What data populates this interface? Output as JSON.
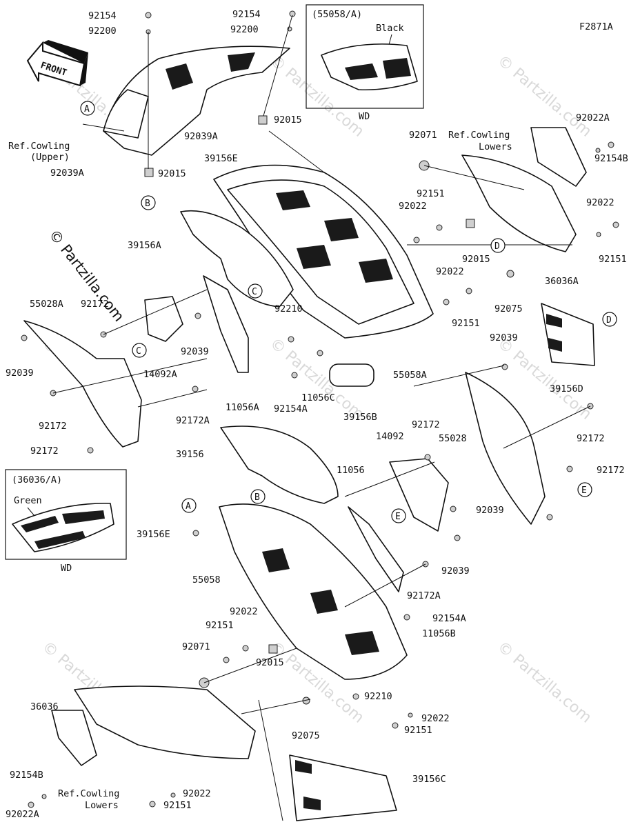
{
  "diagram_code": "F2871A",
  "front_arrow_label": "FRONT",
  "watermark_text": "© Partzilla.com",
  "side_watermark": "© Partzilla.com",
  "inset_top": {
    "part": "(55058/A)",
    "color": "Black",
    "note": "WD"
  },
  "inset_left": {
    "part": "(36036/A)",
    "color": "Green",
    "note": "WD"
  },
  "ref_labels": {
    "cowling_upper_1": "Ref.Cowling",
    "cowling_upper_2": "(Upper)",
    "lowers_top_1": "Ref.Cowling",
    "lowers_top_2": "Lowers",
    "lowers_bottom_1": "Ref.Cowling",
    "lowers_bottom_2": "Lowers"
  },
  "circle_refs": {
    "A": "A",
    "B": "B",
    "C": "C",
    "D": "D",
    "E": "E"
  },
  "labels": {
    "l1": "92154",
    "l2": "92200",
    "l3": "92154",
    "l4": "92200",
    "l5": "92039A",
    "l6": "92039A",
    "l7": "92015",
    "l8": "92015",
    "l9": "39156E",
    "l10": "92071",
    "l11": "92022A",
    "l12": "92154B",
    "l13": "92151",
    "l14": "92022",
    "l15": "92022",
    "l16": "92151",
    "l17": "39156A",
    "l18": "92015",
    "l19": "92022",
    "l20": "36036A",
    "l21": "55028A",
    "l22": "92172",
    "l23": "92210",
    "l24": "92075",
    "l25": "92151",
    "l26": "92039",
    "l27": "92039",
    "l28": "14092A",
    "l29": "55058A",
    "l30": "92039",
    "l31": "92172",
    "l32": "11056A",
    "l33": "92172A",
    "l34": "11056C",
    "l35": "92154A",
    "l36": "39156B",
    "l37": "39156D",
    "l38": "92172",
    "l39": "92172",
    "l40": "14092",
    "l41": "55028",
    "l42": "92172",
    "l43": "39156",
    "l44": "11056",
    "l45": "92172",
    "l46": "39156E",
    "l47": "92039",
    "l48": "92039",
    "l49": "55058",
    "l50": "92172A",
    "l51": "92154A",
    "l52": "92022",
    "l53": "92151",
    "l54": "11056B",
    "l55": "92071",
    "l56": "92015",
    "l57": "92210",
    "l58": "36036",
    "l59": "92075",
    "l60": "92022",
    "l61": "92151",
    "l62": "92154B",
    "l63": "39156C",
    "l64": "92022",
    "l65": "92151",
    "l66": "92022A"
  }
}
